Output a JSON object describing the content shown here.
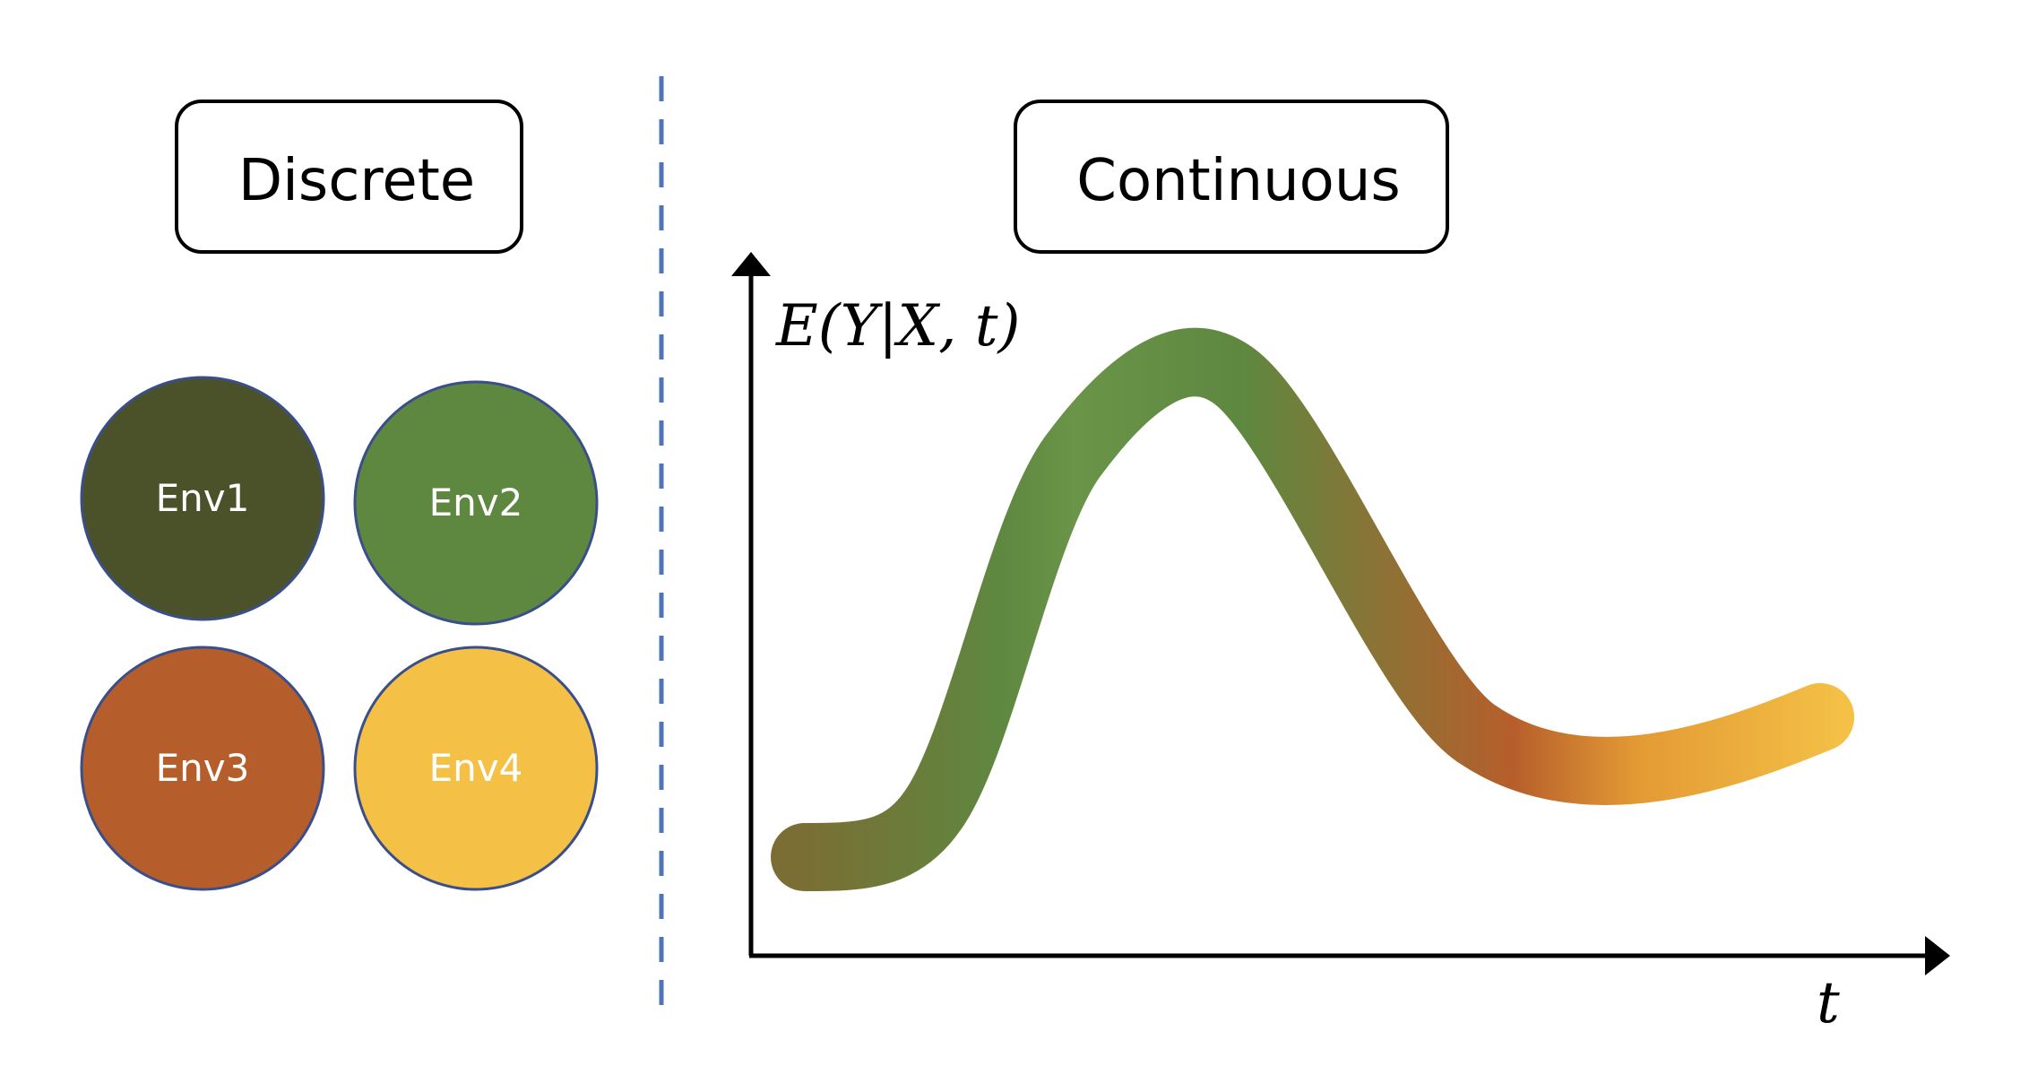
{
  "discrete": {
    "title": "Discrete",
    "environments": [
      {
        "label": "Env1",
        "color": "#4b5229",
        "text_color": "#ffffff"
      },
      {
        "label": "Env2",
        "color": "#5e8840",
        "text_color": "#ffffff"
      },
      {
        "label": "Env3",
        "color": "#b65e2b",
        "text_color": "#ffffff"
      },
      {
        "label": "Env4",
        "color": "#f4c146",
        "text_color": "#ffffff"
      }
    ]
  },
  "continuous": {
    "title": "Continuous",
    "y_axis_label": "E(Y|X, t)",
    "x_axis_label": "t"
  },
  "colors": {
    "divider": "#4f74b8",
    "circle_border": "#3a4f8a",
    "curve_gradient": [
      "#7a6e34",
      "#5e8840",
      "#6a9448",
      "#5e8840",
      "#b65e2b",
      "#e39a34",
      "#f4c146"
    ]
  }
}
